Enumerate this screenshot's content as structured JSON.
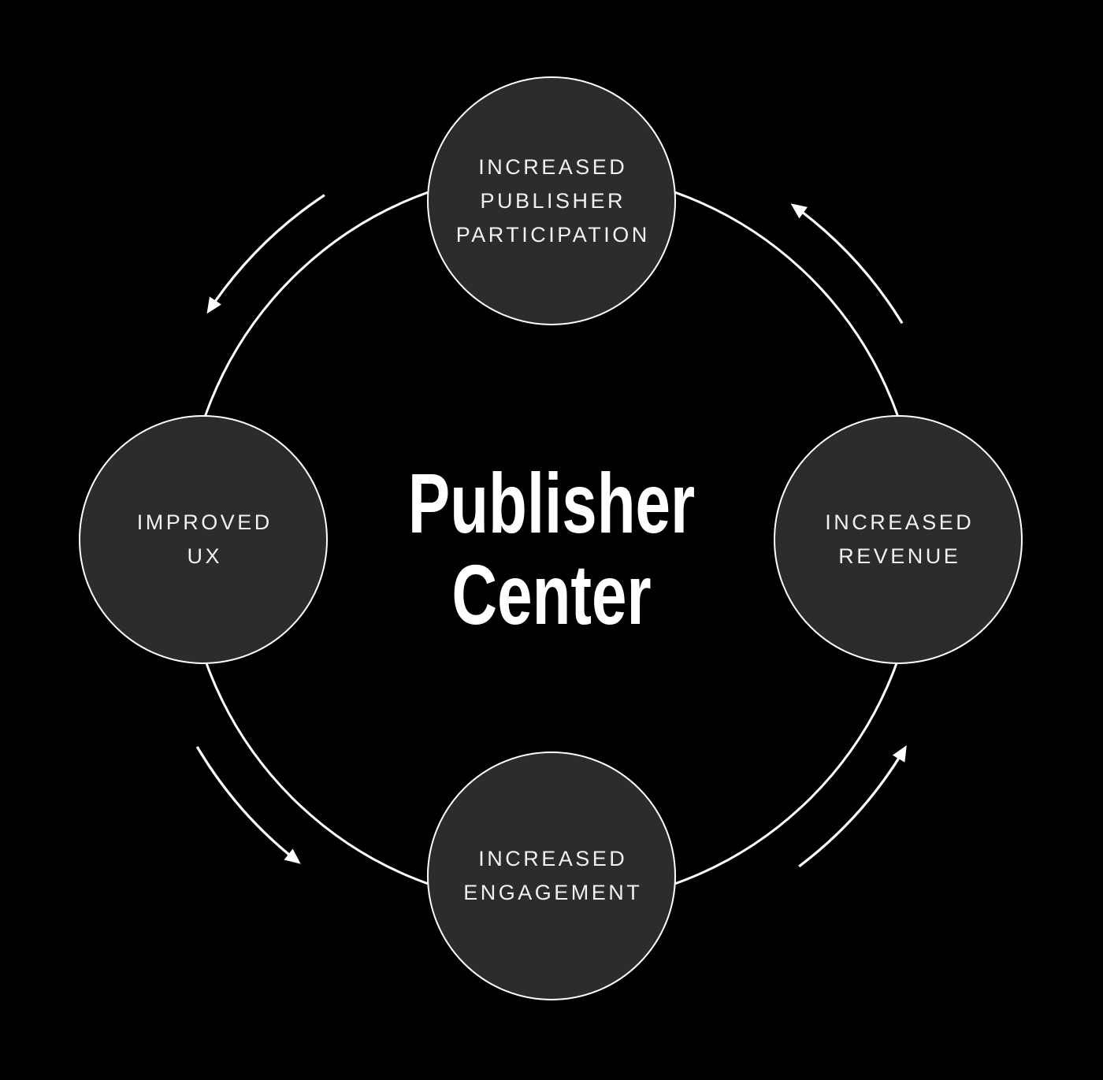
{
  "title": {
    "lines": [
      "Publisher",
      "Center"
    ]
  },
  "nodes": {
    "top": {
      "lines": [
        "INCREASED",
        "PUBLISHER",
        "PARTICIPATION"
      ]
    },
    "right": {
      "lines": [
        "INCREASED",
        "REVENUE"
      ]
    },
    "bottom": {
      "lines": [
        "INCREASED",
        "ENGAGEMENT"
      ]
    },
    "left": {
      "lines": [
        "IMPROVED",
        "UX"
      ]
    }
  },
  "arrows": {
    "direction": "counterclockwise",
    "count": 4
  },
  "colors": {
    "background": "#000000",
    "node_fill": "#2d2b2b",
    "node_border": "#ffffff",
    "line": "#ffffff",
    "label": "#f2f0f0",
    "title": "#ffffff"
  }
}
